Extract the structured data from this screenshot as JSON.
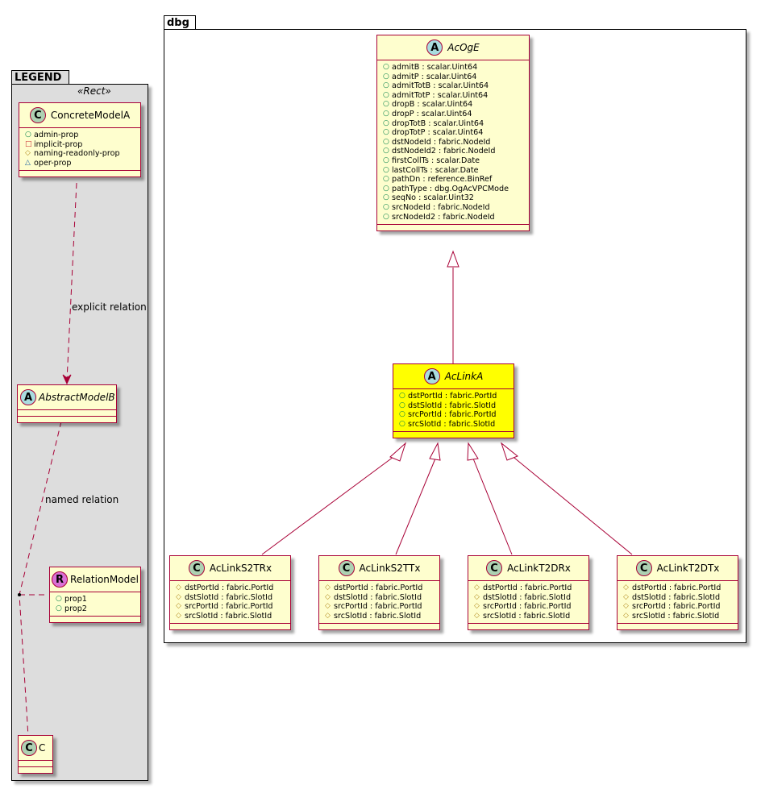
{
  "packages": {
    "legend": {
      "name": "LEGEND",
      "stereotype": "«Rect»"
    },
    "dbg": {
      "name": "dbg"
    }
  },
  "colors": {
    "border": "#A80036",
    "class_bg": "#FEFECE",
    "highlight_bg": "#FFFF00",
    "legend_bg": "#DDDDDD"
  },
  "legend": {
    "concrete": {
      "badge": "C",
      "name": "ConcreteModelA",
      "attrs": [
        {
          "vis": "○",
          "text": "admin-prop"
        },
        {
          "vis": "□",
          "text": "implicit-prop"
        },
        {
          "vis": "◇",
          "text": "naming-readonly-prop"
        },
        {
          "vis": "△",
          "text": "oper-prop"
        }
      ]
    },
    "abstract": {
      "badge": "A",
      "name": "AbstractModelB"
    },
    "relation": {
      "badge": "R",
      "name": "RelationModel",
      "attrs": [
        {
          "vis": "○",
          "text": "prop1"
        },
        {
          "vis": "○",
          "text": "prop2"
        }
      ]
    },
    "c": {
      "badge": "C",
      "name": "C"
    },
    "edge_labels": {
      "explicit": "explicit relation",
      "named": "named relation"
    }
  },
  "dbg": {
    "acoge": {
      "badge": "A",
      "name": "AcOgE",
      "attrs": [
        "admitB : scalar.Uint64",
        "admitP : scalar.Uint64",
        "admitTotB : scalar.Uint64",
        "admitTotP : scalar.Uint64",
        "dropB : scalar.Uint64",
        "dropP : scalar.Uint64",
        "dropTotB : scalar.Uint64",
        "dropTotP : scalar.Uint64",
        "dstNodeId : fabric.NodeId",
        "dstNodeId2 : fabric.NodeId",
        "firstCollTs : scalar.Date",
        "lastCollTs : scalar.Date",
        "pathDn : reference.BinRef",
        "pathType : dbg.OgAcVPCMode",
        "seqNo : scalar.Uint32",
        "srcNodeId : fabric.NodeId",
        "srcNodeId2 : fabric.NodeId"
      ]
    },
    "aclinka": {
      "badge": "A",
      "name": "AcLinkA",
      "attrs": [
        "dstPortId : fabric.PortId",
        "dstSlotId : fabric.SlotId",
        "srcPortId : fabric.PortId",
        "srcSlotId : fabric.SlotId"
      ]
    },
    "children": [
      {
        "badge": "C",
        "name": "AcLinkS2TRx",
        "attrs": [
          "dstPortId : fabric.PortId",
          "dstSlotId : fabric.SlotId",
          "srcPortId : fabric.PortId",
          "srcSlotId : fabric.SlotId"
        ]
      },
      {
        "badge": "C",
        "name": "AcLinkS2TTx",
        "attrs": [
          "dstPortId : fabric.PortId",
          "dstSlotId : fabric.SlotId",
          "srcPortId : fabric.PortId",
          "srcSlotId : fabric.SlotId"
        ]
      },
      {
        "badge": "C",
        "name": "AcLinkT2DRx",
        "attrs": [
          "dstPortId : fabric.PortId",
          "dstSlotId : fabric.SlotId",
          "srcPortId : fabric.PortId",
          "srcSlotId : fabric.SlotId"
        ]
      },
      {
        "badge": "C",
        "name": "AcLinkT2DTx",
        "attrs": [
          "dstPortId : fabric.PortId",
          "dstSlotId : fabric.SlotId",
          "srcPortId : fabric.PortId",
          "srcSlotId : fabric.SlotId"
        ]
      }
    ],
    "child_vis": "◇",
    "pub_vis": "○"
  }
}
